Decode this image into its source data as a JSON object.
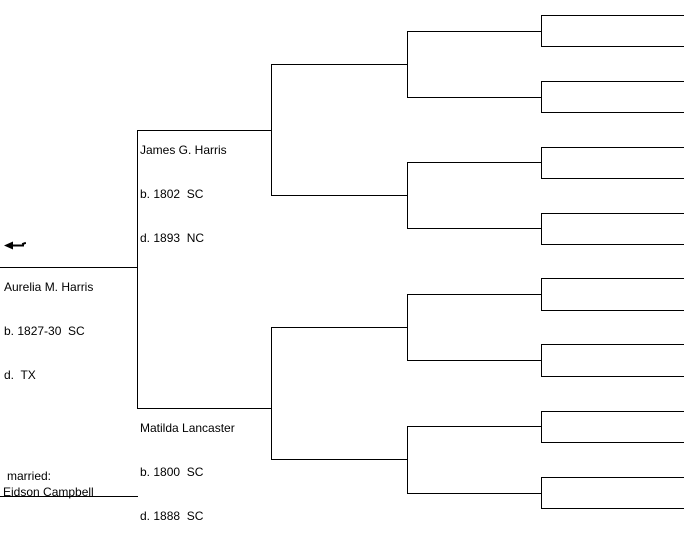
{
  "pedigree": {
    "subject": {
      "name": "Aurelia M. Harris",
      "birth": "b. 1827-30  SC",
      "death": "d.  TX"
    },
    "father": {
      "name": "James G. Harris",
      "birth": "b. 1802  SC",
      "death": "d. 1893  NC"
    },
    "mother": {
      "name": "Matilda Lancaster",
      "birth": "b. 1800  SC",
      "death": "d. 1888  SC"
    },
    "marriage": {
      "label": "married:",
      "spouse_name": "Eidson Campbell"
    },
    "icons": {
      "left_arrow": "left-arrow-icon"
    },
    "empty_ancestor_slots": {
      "grandparents": 4,
      "great_grandparents": 8,
      "great_great_grandparents": 16
    },
    "colors": {
      "background": "#ffffff",
      "line": "#000000",
      "text": "#000000"
    }
  }
}
